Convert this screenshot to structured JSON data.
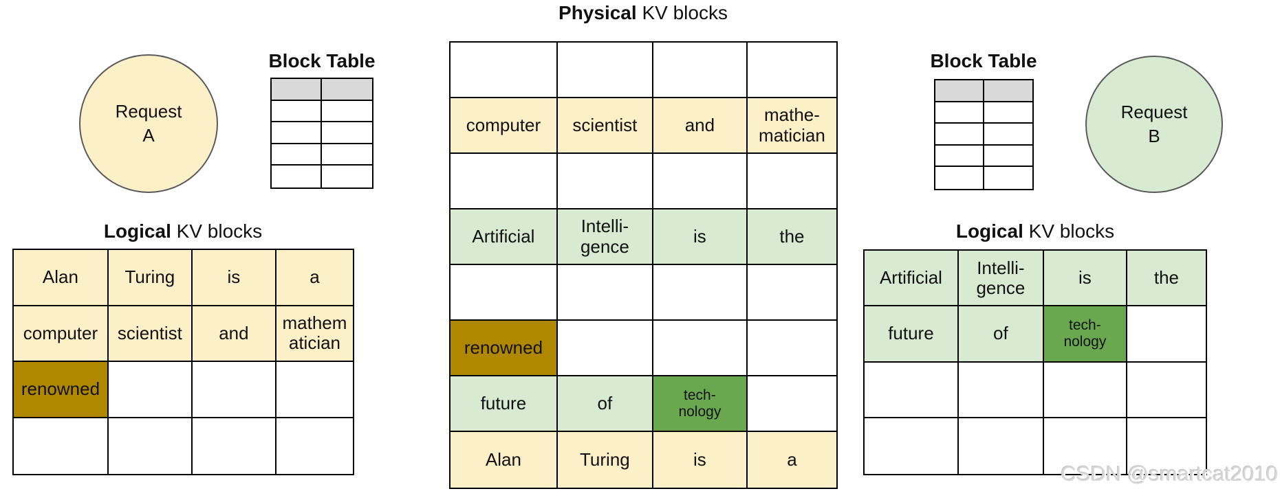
{
  "colors": {
    "cell-yellow": "#FCF0C8",
    "cell-dark-yellow": "#B08800",
    "cell-green": "#D9EAD3",
    "cell-dark-green": "#6AA84F",
    "header-gray": "#D9D9D9",
    "table-border": "#000000",
    "circle-border": "#595959"
  },
  "titles": {
    "physical_bold": "Physical",
    "physical_rest": " KV blocks",
    "logical_a_bold": "Logical",
    "logical_a_rest": " KV blocks",
    "logical_b_bold": "Logical",
    "logical_b_rest": " KV blocks",
    "block_a": "Block Table",
    "block_b": "Block Table"
  },
  "request_a": {
    "line1": "Request",
    "line2": "A"
  },
  "request_b": {
    "line1": "Request",
    "line2": "B"
  },
  "block_table_a": {
    "rows": [
      [
        {
          "t": "",
          "c": "h"
        },
        {
          "t": "",
          "c": "h"
        }
      ],
      [
        {
          "t": "",
          "c": "w"
        },
        {
          "t": "",
          "c": "w"
        }
      ],
      [
        {
          "t": "",
          "c": "w"
        },
        {
          "t": "",
          "c": "w"
        }
      ],
      [
        {
          "t": "",
          "c": "w"
        },
        {
          "t": "",
          "c": "w"
        }
      ],
      [
        {
          "t": "",
          "c": "w"
        },
        {
          "t": "",
          "c": "w"
        }
      ]
    ]
  },
  "block_table_b": {
    "rows": [
      [
        {
          "t": "",
          "c": "h"
        },
        {
          "t": "",
          "c": "h"
        }
      ],
      [
        {
          "t": "",
          "c": "w"
        },
        {
          "t": "",
          "c": "w"
        }
      ],
      [
        {
          "t": "",
          "c": "w"
        },
        {
          "t": "",
          "c": "w"
        }
      ],
      [
        {
          "t": "",
          "c": "w"
        },
        {
          "t": "",
          "c": "w"
        }
      ],
      [
        {
          "t": "",
          "c": "w"
        },
        {
          "t": "",
          "c": "w"
        }
      ]
    ]
  },
  "logical_table_a": {
    "rows": [
      [
        {
          "t": "Alan",
          "c": "y"
        },
        {
          "t": "Turing",
          "c": "y"
        },
        {
          "t": "is",
          "c": "y"
        },
        {
          "t": "a",
          "c": "y"
        }
      ],
      [
        {
          "t": "computer",
          "c": "y"
        },
        {
          "t": "scientist",
          "c": "y"
        },
        {
          "t": "and",
          "c": "y"
        },
        {
          "t": "mathem\natician",
          "c": "y"
        }
      ],
      [
        {
          "t": "renowned",
          "c": "dy"
        },
        {
          "t": "",
          "c": "w"
        },
        {
          "t": "",
          "c": "w"
        },
        {
          "t": "",
          "c": "w"
        }
      ],
      [
        {
          "t": "",
          "c": "w"
        },
        {
          "t": "",
          "c": "w"
        },
        {
          "t": "",
          "c": "w"
        },
        {
          "t": "",
          "c": "w"
        }
      ]
    ]
  },
  "physical_table": {
    "rows": [
      [
        {
          "t": "",
          "c": "w"
        },
        {
          "t": "",
          "c": "w"
        },
        {
          "t": "",
          "c": "w"
        },
        {
          "t": "",
          "c": "w"
        }
      ],
      [
        {
          "t": "computer",
          "c": "y"
        },
        {
          "t": "scientist",
          "c": "y"
        },
        {
          "t": "and",
          "c": "y"
        },
        {
          "t": "mathe-\nmatician",
          "c": "y"
        }
      ],
      [
        {
          "t": "",
          "c": "w"
        },
        {
          "t": "",
          "c": "w"
        },
        {
          "t": "",
          "c": "w"
        },
        {
          "t": "",
          "c": "w"
        }
      ],
      [
        {
          "t": "Artificial",
          "c": "g"
        },
        {
          "t": "Intelli-\ngence",
          "c": "g"
        },
        {
          "t": "is",
          "c": "g"
        },
        {
          "t": "the",
          "c": "g"
        }
      ],
      [
        {
          "t": "",
          "c": "w"
        },
        {
          "t": "",
          "c": "w"
        },
        {
          "t": "",
          "c": "w"
        },
        {
          "t": "",
          "c": "w"
        }
      ],
      [
        {
          "t": "renowned",
          "c": "dy"
        },
        {
          "t": "",
          "c": "w"
        },
        {
          "t": "",
          "c": "w"
        },
        {
          "t": "",
          "c": "w"
        }
      ],
      [
        {
          "t": "future",
          "c": "g"
        },
        {
          "t": "of",
          "c": "g"
        },
        {
          "t": "tech-\nnology",
          "c": "dg",
          "s": true
        },
        {
          "t": "",
          "c": "w"
        }
      ],
      [
        {
          "t": "Alan",
          "c": "y"
        },
        {
          "t": "Turing",
          "c": "y"
        },
        {
          "t": "is",
          "c": "y"
        },
        {
          "t": "a",
          "c": "y"
        }
      ]
    ]
  },
  "logical_table_b": {
    "rows": [
      [
        {
          "t": "Artificial",
          "c": "g"
        },
        {
          "t": "Intelli-\ngence",
          "c": "g"
        },
        {
          "t": "is",
          "c": "g"
        },
        {
          "t": "the",
          "c": "g"
        }
      ],
      [
        {
          "t": "future",
          "c": "g"
        },
        {
          "t": "of",
          "c": "g"
        },
        {
          "t": "tech-\nnology",
          "c": "dg",
          "s": true
        },
        {
          "t": "",
          "c": "w"
        }
      ],
      [
        {
          "t": "",
          "c": "w"
        },
        {
          "t": "",
          "c": "w"
        },
        {
          "t": "",
          "c": "w"
        },
        {
          "t": "",
          "c": "w"
        }
      ],
      [
        {
          "t": "",
          "c": "w"
        },
        {
          "t": "",
          "c": "w"
        },
        {
          "t": "",
          "c": "w"
        },
        {
          "t": "",
          "c": "w"
        }
      ]
    ]
  },
  "watermark": "CSDN @smartcat2010"
}
